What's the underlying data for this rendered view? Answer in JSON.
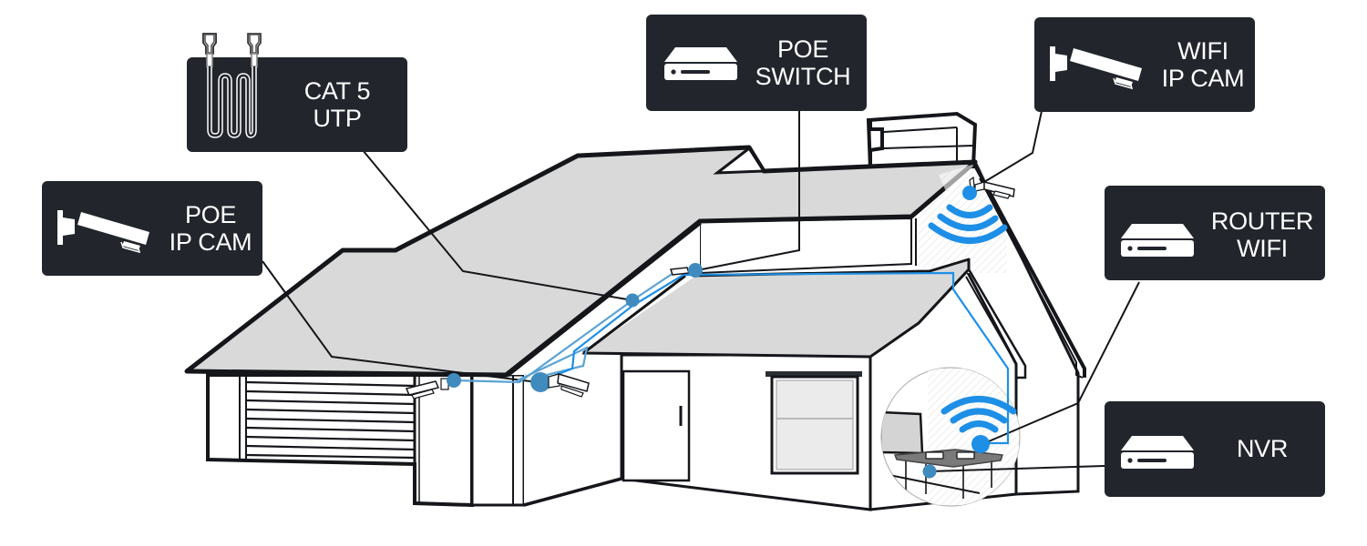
{
  "title": "Home security camera network diagram",
  "colors": {
    "label_bg": "#22252c",
    "label_text": "#ffffff",
    "roof_fill": "#d9d9d9",
    "outline": "#14161a",
    "cable_blue": "#1e8fe6",
    "node_blue": "#3f8bbd",
    "wifi_blue": "#1e8fe6"
  },
  "labels": [
    {
      "id": "cat5",
      "lines": [
        "CAT 5",
        "UTP"
      ],
      "icon": "ethernet-cable-icon"
    },
    {
      "id": "poe_switch",
      "lines": [
        "POE",
        "SWITCH"
      ],
      "icon": "network-device-icon"
    },
    {
      "id": "wifi_cam",
      "lines": [
        "WIFI",
        "IP CAM"
      ],
      "icon": "security-camera-icon"
    },
    {
      "id": "poe_cam",
      "lines": [
        "POE",
        "IP CAM"
      ],
      "icon": "security-camera-icon"
    },
    {
      "id": "router",
      "lines": [
        "ROUTER",
        "WIFI"
      ],
      "icon": "network-device-icon"
    },
    {
      "id": "nvr",
      "lines": [
        "NVR"
      ],
      "icon": "network-device-icon"
    }
  ]
}
